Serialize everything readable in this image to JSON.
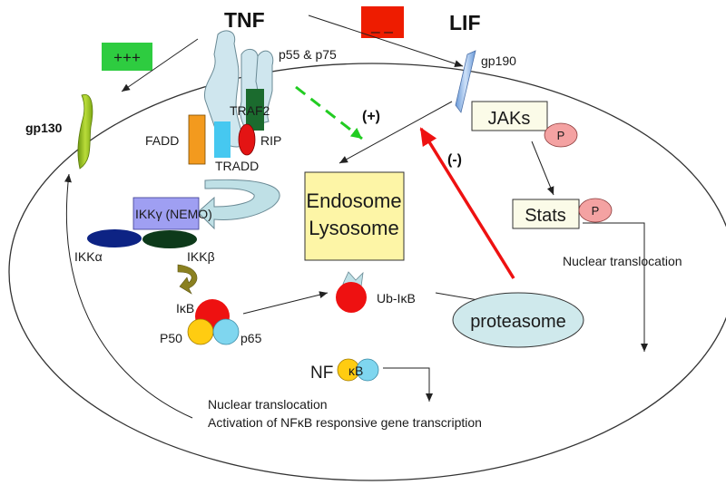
{
  "ligands": {
    "tnf": "TNF",
    "lif": "LIF"
  },
  "receptors": {
    "tnf_receptor": "p55 & p75",
    "lif_receptor": "gp190",
    "gp130": "gp130"
  },
  "adaptors": {
    "traf2": "TRAF2",
    "fadd": "FADD",
    "rip": "RIP",
    "tradd": "TRADD"
  },
  "ikk": {
    "complex": "IKKγ (NEMO)",
    "alpha": "IKKα",
    "beta": "IKKβ"
  },
  "nfkb_complex": {
    "ikb": "IκB",
    "p50": "P50",
    "p65": "p65"
  },
  "ub_ikb": "Ub-IκB",
  "proteasome": "proteasome",
  "endosome": {
    "line1": "Endosome",
    "line2": "Lysosome"
  },
  "jak_stat": {
    "jaks": "JAKs",
    "stats": "Stats",
    "phospho": "P"
  },
  "nfkb": {
    "nf": "NF",
    "kb": "κB"
  },
  "effects": {
    "strong_positive": "+++",
    "negative": "_ _",
    "positive": "(+)",
    "neg_sign": "(-)"
  },
  "captions": {
    "nuclear_translocation_stats": "Nuclear translocation",
    "nuclear_translocation_nfkb": "Nuclear translocation",
    "activation": "Activation of NFκB responsive gene transcription"
  },
  "colors": {
    "plus_box": "#2ecc40",
    "minus_box": "#ee1c00",
    "red_arrow": "#ee1111",
    "green_arrow": "#22cc22",
    "endosome_fill": "#fdf5a6",
    "proteasome_fill": "#cfe9ec",
    "ikk_gamma": "#9f9ff2",
    "ikk_alpha": "#0d2384",
    "ikk_beta": "#0d3a1a",
    "traf2": "#1b6b2e",
    "fadd": "#f39a1e",
    "tradd": "#46c8f0",
    "rip": "#e31414",
    "ikb": "#ee1111",
    "p50": "#ffcc11",
    "p65": "#7fd6ef",
    "phospho": "#f4a2a2",
    "gp130": "#9ac41c"
  }
}
